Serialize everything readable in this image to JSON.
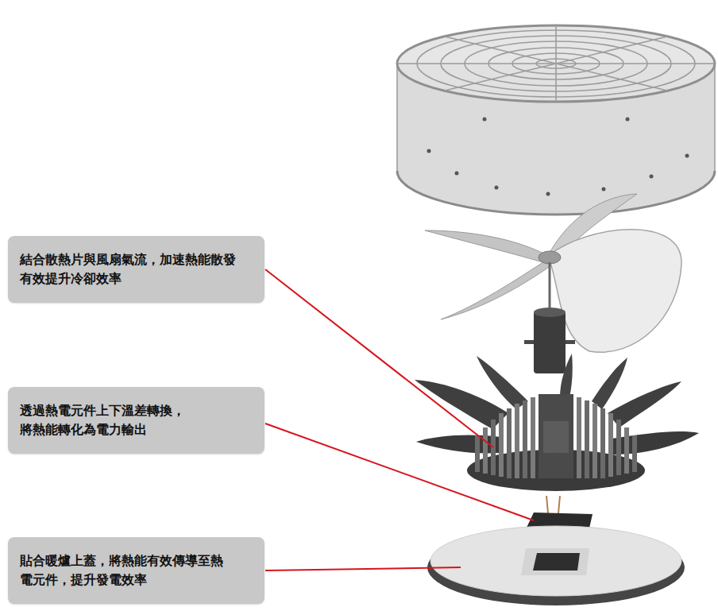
{
  "diagram": {
    "nodes": [
      {
        "text": [
          "結合散熱片與風扇氣流，加速熱能散發 有效提升冷卻效率"
        ]
      },
      {
        "text": [
          "透過熱電元件上下溫差轉換， 將熱能轉化為電力輸出"
        ]
      },
      {
        "text": [
          "貼合暖爐上蓋，將熱能有效傳導至熱 電元件，提升發電效率"
        ]
      }
    ]
  }
}
